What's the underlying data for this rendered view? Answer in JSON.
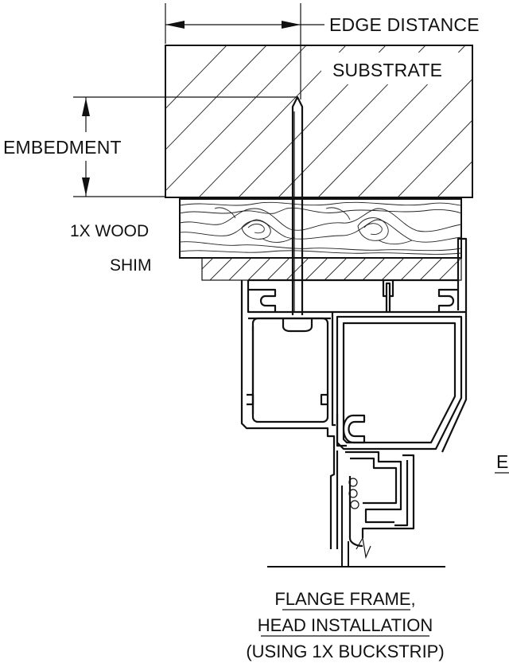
{
  "labels": {
    "edge_distance": "EDGE DISTANCE",
    "substrate": "SUBSTRATE",
    "embedment": "EMBEDMENT",
    "wood": "1X WOOD",
    "shim": "SHIM",
    "edge_fragment": "E"
  },
  "caption": {
    "line1": "FLANGE FRAME,",
    "line2": "HEAD INSTALLATION",
    "line3": "(USING 1X BUCKSTRIP)"
  }
}
